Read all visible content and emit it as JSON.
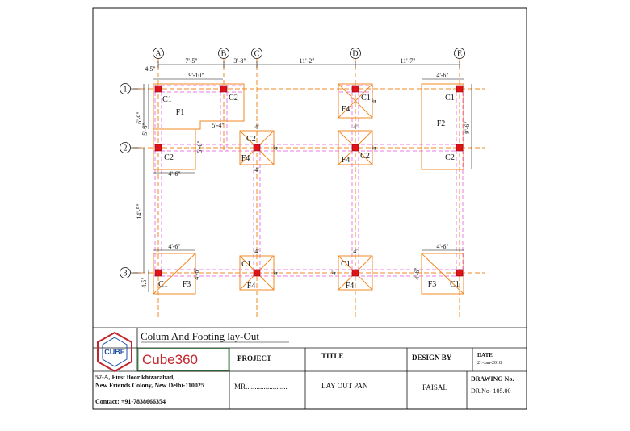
{
  "grid": {
    "columns": [
      "A",
      "B",
      "C",
      "D",
      "E"
    ],
    "rows": [
      "1",
      "2",
      "3"
    ]
  },
  "dimensions": {
    "top_offset": "4.5\"",
    "ab": "7'-5\"",
    "bc": "3'-8\"",
    "cd": "11'-2\"",
    "de": "11'-7\"",
    "f1_width": "9'-10\"",
    "f2_width_top": "4'-6\"",
    "row12_outer": "6'-9\"",
    "row12_inner": "5'-6\"",
    "f2_height": "9'-6\"",
    "c2_left_width": "4'-6\"",
    "f1_step": "5'-4\"",
    "c2_left_height": "5'-6\"",
    "row23": "14'-5\"",
    "bottom_offset": "4.5\"",
    "f3_width": "4'-6\"",
    "f3_height": "4'-6\"",
    "f4_size": "4'",
    "f3_right_width": "4'-6\""
  },
  "members": {
    "c1": "C1",
    "c2": "C2",
    "f1": "F1",
    "f2": "F2",
    "f3": "F3",
    "f4": "F4"
  },
  "title_block": {
    "drawing_title": "Colum And Footing lay-Out",
    "logo_text": "CUBE",
    "brand": "Cube360",
    "address_line1": "57-A, First floor khizarabad,",
    "address_line2": "New Friends Colony, New Delhi-110025",
    "contact": "Contact: +91-7838666354",
    "project_label": "PROJECT",
    "project_value": "MR.......................",
    "title_label": "TITLE",
    "title_value": "LAY OUT PAN",
    "design_label": "DESIGN BY",
    "design_value": "FAISAL",
    "date_label": "DATE",
    "date_value": "21-Jan-2018",
    "drawing_no_label": "DRAWING No.",
    "drawing_no_value": "DR.No- 105.00"
  },
  "colors": {
    "grid_line": "#f08a24",
    "beam": "#e87ce6",
    "column": "#e0121a",
    "footing": "#f08a24",
    "frame": "#111111",
    "brand_red": "#c0262d",
    "brand_green": "#3aa84a"
  }
}
